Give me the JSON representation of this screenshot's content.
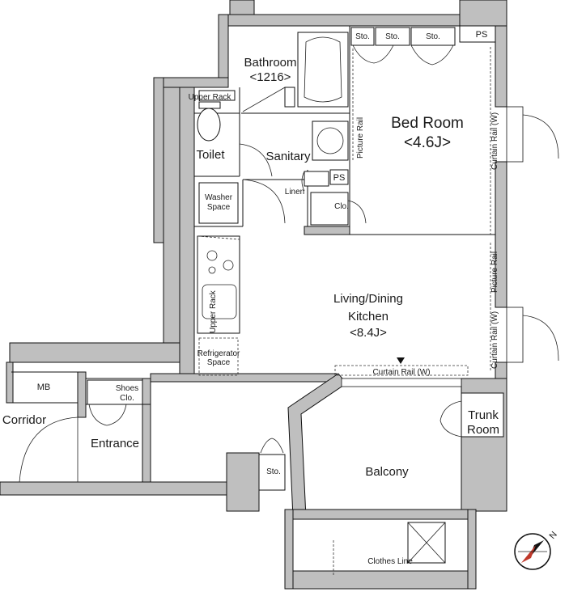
{
  "rooms": {
    "bed_room": {
      "name": "Bed Room",
      "size": "<4.6J>"
    },
    "bathroom": {
      "name": "Bathroom",
      "size": "<1216>"
    },
    "toilet": "Toilet",
    "sanitary": "Sanitary",
    "living": {
      "line1": "Living/Dining",
      "line2": "Kitchen",
      "size": "<8.4J>"
    },
    "entrance": "Entrance",
    "corridor": "Corridor",
    "balcony": "Balcony",
    "trunk_room": {
      "line1": "Trunk",
      "line2": "Room"
    }
  },
  "labels": {
    "sto": "Sto.",
    "ps": "PS",
    "clo": "Clo.",
    "linen": "Linen",
    "upper_rack": "Upper Rack",
    "washer_space": {
      "line1": "Washer",
      "line2": "Space"
    },
    "refrigerator_space": {
      "line1": "Refrigerator",
      "line2": "Space"
    },
    "shoes_clo": {
      "line1": "Shoes",
      "line2": "Clo."
    },
    "mb": "MB",
    "picture_rail": "Picture Rail",
    "curtain_rail": "Curtain Rail (W)",
    "clothes_line": "Clothes Line"
  },
  "compass": {
    "north": "N"
  },
  "colors": {
    "wall": "#bfbfbf",
    "line": "#111111",
    "background": "#ffffff"
  }
}
